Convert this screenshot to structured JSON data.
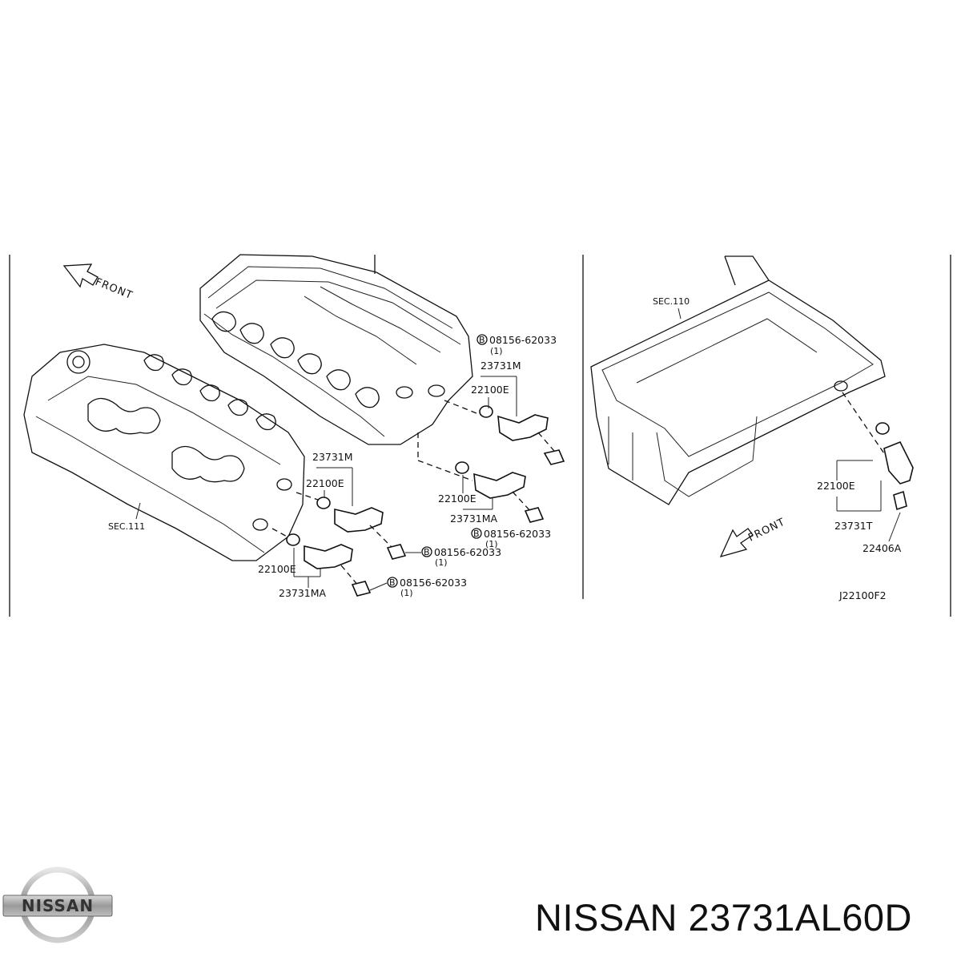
{
  "labels": {
    "front_left": "FRONT",
    "front_right": "FRONT",
    "sec111": "SEC.111",
    "sec110": "SEC.110",
    "bolt_top": "08156-62033",
    "bolt_top_qty": "(1)",
    "m_top": "23731M",
    "e_top": "22100E",
    "m_mid": "23731M",
    "e_mid": "22100E",
    "e_low": "22100E",
    "ma_right": "23731MA",
    "bolt_right": "08156-62033",
    "bolt_right_qty": "(1)",
    "bolt_mid": "08156-62033",
    "bolt_mid_qty": "(1)",
    "e_bottom": "22100E",
    "ma_bottom": "23731MA",
    "bolt_bottom": "08156-62033",
    "bolt_bottom_qty": "(1)",
    "e_pan": "22100E",
    "t_pan": "23731T",
    "a_pan": "22406A",
    "ref_code": "J22100F2",
    "bolt_badge": "B"
  },
  "brand": {
    "logo_text": "NISSAN",
    "title": "NISSAN 23731AL60D"
  }
}
